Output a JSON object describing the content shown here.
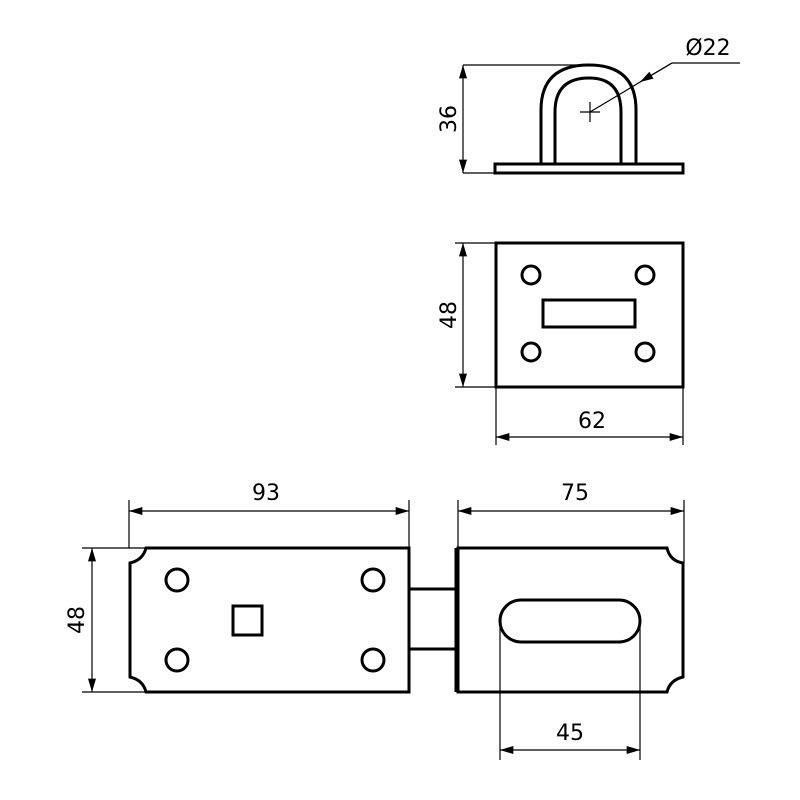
{
  "dimensions": {
    "loop_diameter": "Ø22",
    "staple_height": "36",
    "staple_plate_height": "48",
    "staple_plate_width": "62",
    "hasp_left_length": "93",
    "hasp_right_length": "75",
    "hasp_height": "48",
    "slot_length": "45"
  }
}
